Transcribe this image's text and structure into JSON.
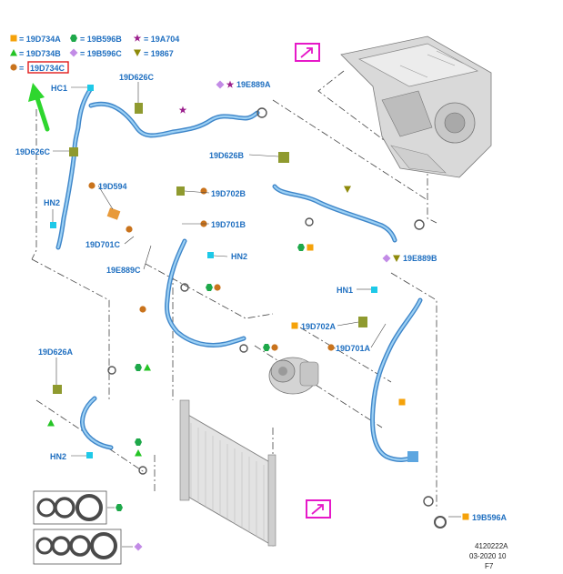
{
  "legend": [
    {
      "symbol": "square",
      "color": "#f5a20a",
      "text": "= 19D734A"
    },
    {
      "symbol": "hexagon",
      "color": "#1ea84a",
      "text": "= 19B596B"
    },
    {
      "symbol": "star",
      "color": "#9b1f8c",
      "text": "= 19A704"
    },
    {
      "symbol": "triangle",
      "color": "#25c425",
      "text": "= 19D734B"
    },
    {
      "symbol": "diamond",
      "color": "#c28be6",
      "text": "= 19B596C"
    },
    {
      "symbol": "triangle-down",
      "color": "#8e8a0a",
      "text": "= 19867"
    },
    {
      "symbol": "circle",
      "color": "#c9731c",
      "text": "= ",
      "highlighted": "19D734C"
    }
  ],
  "labels": {
    "hc1": "HC1",
    "d626c_top": "19D626C",
    "e889a": "19E889A",
    "d626c_left": "19D626C",
    "d626b": "19D626B",
    "d594": "19D594",
    "d702b": "19D702B",
    "hn2_left": "HN2",
    "d701b": "19D701B",
    "d701c": "19D701C",
    "hn2_mid": "HN2",
    "e889c": "19E889C",
    "e889b": "19E889B",
    "hn1": "HN1",
    "d702a": "19D702A",
    "d701a": "19D701A",
    "d626a": "19D626A",
    "hn2_bottom": "HN2",
    "b596a": "19B596A"
  },
  "footer": {
    "code": "4120222A",
    "date": "03-2020 10",
    "page": "F7"
  },
  "colors": {
    "hose": "#3f86c9",
    "label": "#1f6fc0",
    "callout": "#e619c8",
    "arrow": "#2ed62e",
    "highlight": "#e01b1b"
  }
}
